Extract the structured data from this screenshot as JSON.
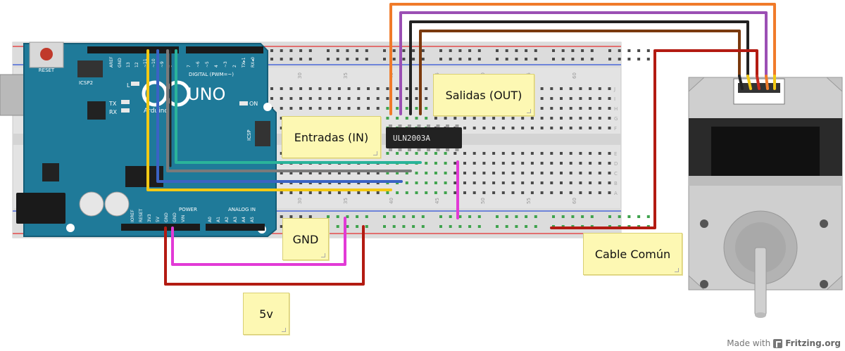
{
  "labels": {
    "inputs": "Entradas (IN)",
    "outputs": "Salidas (OUT)",
    "gnd": "GND",
    "common": "Cable Común",
    "five_v": "5v"
  },
  "arduino": {
    "model": "UNO",
    "brand": "Arduino",
    "reset": "RESET",
    "icsp": "ICSP",
    "icsp2": "ICSP2",
    "on": "ON",
    "tx": "TX",
    "rx": "RX",
    "l": "L",
    "digital": "DIGITAL (PWM=~)",
    "power": "POWER",
    "analog": "ANALOG IN",
    "top_pins": [
      "AREF",
      "GND",
      "13",
      "12",
      "~11",
      "~10",
      "~9",
      "8",
      "7",
      "~6",
      "~5",
      "4",
      "~3",
      "2",
      "TX▸1",
      "RX◂0"
    ],
    "power_pins": [
      "IOREF",
      "RESET",
      "3V3",
      "5V",
      "GND",
      "GND",
      "VIN"
    ],
    "analog_pins": [
      "A0",
      "A1",
      "A2",
      "A3",
      "A4",
      "A5"
    ]
  },
  "chip": {
    "label": "ULN2003A"
  },
  "breadboard": {
    "col_numbers_top": [
      "30",
      "35",
      "40",
      "45",
      "50",
      "55",
      "60"
    ],
    "col_numbers_bottom": [
      "30",
      "35",
      "40",
      "45",
      "50",
      "55",
      "60"
    ],
    "row_letters_top": [
      "J",
      "I",
      "H",
      "G",
      "F"
    ],
    "row_letters_bottom": [
      "E",
      "D",
      "C",
      "B",
      "A"
    ]
  },
  "credit": {
    "made_with": "Made with",
    "brand": "Fritzing.org"
  },
  "colors": {
    "board": "#1f7a99",
    "wire_yellow": "#f2c914",
    "wire_blue": "#3a62c4",
    "wire_gray": "#7a7a7a",
    "wire_teal": "#2ab39a",
    "wire_black": "#222222",
    "wire_red": "#b31b12",
    "wire_magenta": "#e23ad6",
    "wire_orange": "#f07b2a",
    "wire_purple": "#9b4fb4",
    "wire_brown": "#7a3a0e",
    "note": "#fdf8b3"
  }
}
